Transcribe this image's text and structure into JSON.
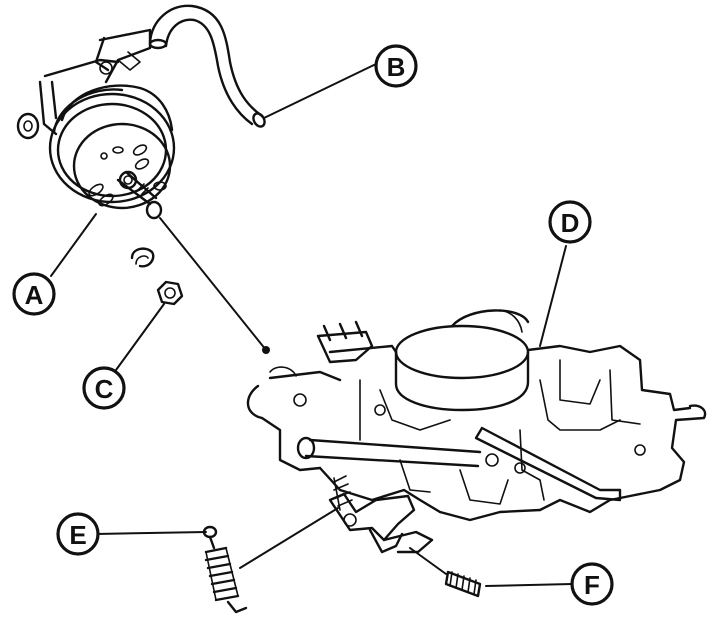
{
  "callouts": [
    {
      "id": "A",
      "letter": "A",
      "part": "vacuum-unit"
    },
    {
      "id": "B",
      "letter": "B",
      "part": "vacuum-hose"
    },
    {
      "id": "C",
      "letter": "C",
      "part": "nut"
    },
    {
      "id": "D",
      "letter": "D",
      "part": "carburettor"
    },
    {
      "id": "E",
      "letter": "E",
      "part": "return-spring"
    },
    {
      "id": "F",
      "letter": "F",
      "part": "adjusting-screw-spring"
    }
  ]
}
